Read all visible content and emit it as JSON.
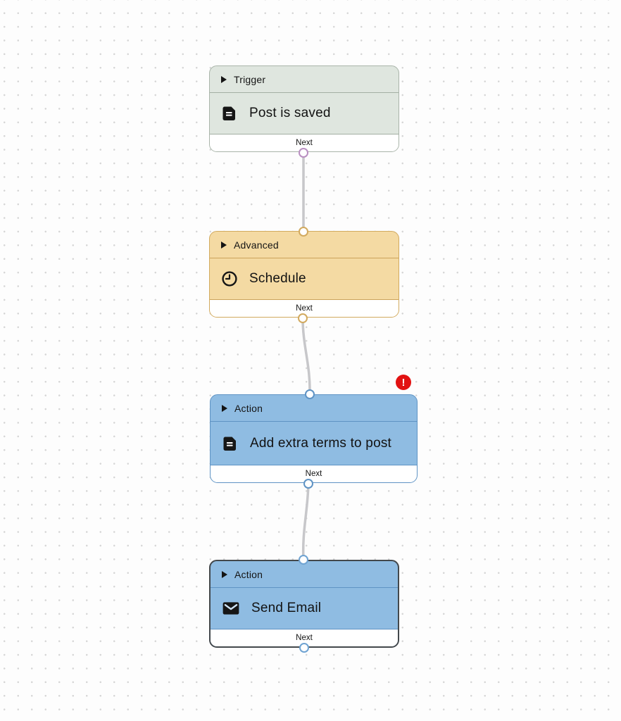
{
  "canvas": {
    "background_dot_color": "#d5d5d5",
    "wire_color": "#c7c7ca"
  },
  "nodes": [
    {
      "id": "trigger-post-is-saved",
      "category": "Trigger",
      "title": "Post is saved",
      "icon": "document-icon",
      "footer_label": "Next",
      "colors": {
        "fill": "#dfe6df",
        "border": "#a9b4a9",
        "divider": "#a3afa3",
        "port": "#b98fc1"
      }
    },
    {
      "id": "advanced-schedule",
      "category": "Advanced",
      "title": "Schedule",
      "icon": "clock-icon",
      "footer_label": "Next",
      "colors": {
        "fill": "#f4daa3",
        "border": "#d2aa5f",
        "divider": "#cba35a",
        "port": "#d2aa5f"
      }
    },
    {
      "id": "action-add-extra-terms",
      "category": "Action",
      "title": "Add extra terms to post",
      "icon": "document-icon",
      "footer_label": "Next",
      "error": true,
      "colors": {
        "fill": "#8fbce2",
        "border": "#5f93c4",
        "divider": "#5f93c4",
        "port": "#5f93c4"
      }
    },
    {
      "id": "action-send-email",
      "category": "Action",
      "title": "Send Email",
      "icon": "email-icon",
      "footer_label": "Next",
      "selected": true,
      "colors": {
        "fill": "#8fbce2",
        "border": "#43484c",
        "divider": "#5f93c4",
        "port": "#6fa3d2"
      }
    }
  ],
  "error_badge": {
    "symbol": "!",
    "color": "#e21212"
  }
}
